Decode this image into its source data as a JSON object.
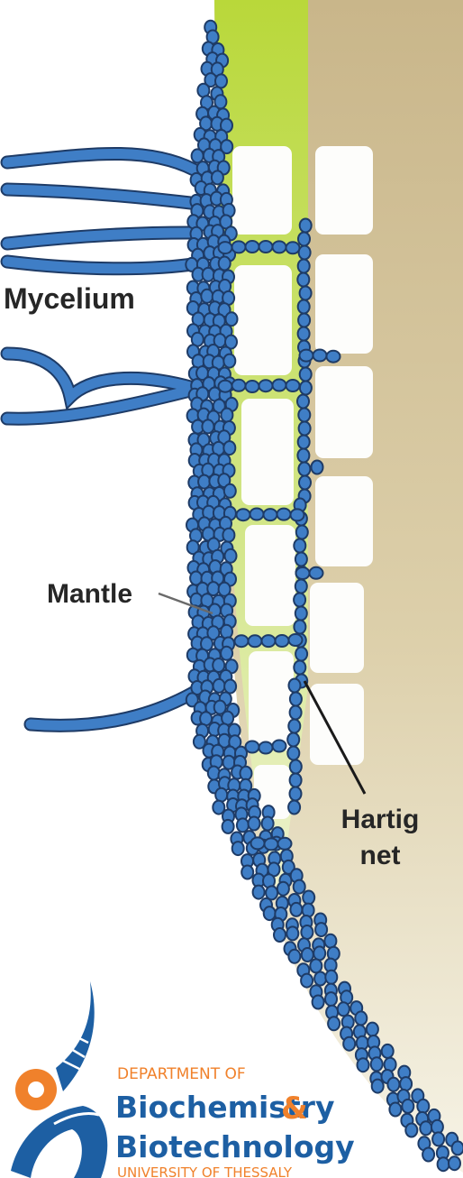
{
  "labels": {
    "mycelium": "Mycelium",
    "mantle": "Mantle",
    "hartig_line1": "Hartig",
    "hartig_line2": "net"
  },
  "logo": {
    "line1": "DEPARTMENT OF",
    "line2": "Biochemistry",
    "ampersand": "&",
    "line3": "Biotechnology",
    "line4": "UNIVERSITY OF THESSALY"
  },
  "colors": {
    "hyphae": "#3f7ec6",
    "hyphae_outline": "#1e3b66",
    "cortex_green": "#b9d83a",
    "root_tan": "#c9b68a",
    "cell_white": "#fdfdfb",
    "label_text": "#262626",
    "logo_orange": "#f0812b",
    "logo_blue": "#1d5fa3"
  }
}
